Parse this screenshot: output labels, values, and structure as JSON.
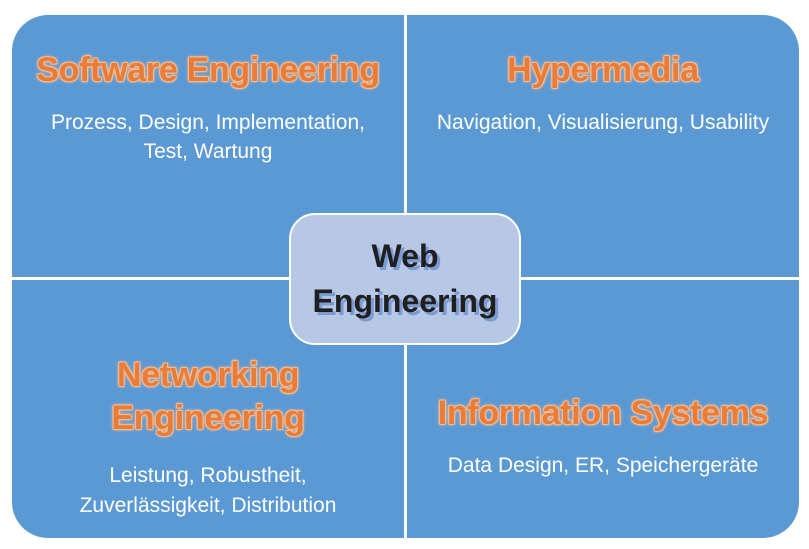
{
  "colors": {
    "page_bg": "#FFFFFF",
    "quadrant_fill": "#5B99D5",
    "divider": "#FFFFFF",
    "heading_color": "#E87C3A",
    "heading_glow": "#F6BE93",
    "subtitle_color": "#FFFFFF",
    "center_fill": "#B6C8E6",
    "center_border": "#FFFFFF",
    "center_text": "#1F1F1F",
    "center_shadow": "#7D9BD2"
  },
  "center": {
    "title": "Web Engineering"
  },
  "quadrants": [
    {
      "id": "software-engineering",
      "title": "Software Engineering",
      "subtitle": "Prozess, Design, Implementation, Test, Wartung"
    },
    {
      "id": "hypermedia",
      "title": "Hypermedia",
      "subtitle": "Navigation, Visualisierung, Usability"
    },
    {
      "id": "networking-engineering",
      "title": "Networking Engineering",
      "subtitle": "Leistung, Robustheit, Zuverlässigkeit, Distribution"
    },
    {
      "id": "information-systems",
      "title": "Information Systems",
      "subtitle": "Data Design, ER, Speichergeräte"
    }
  ]
}
